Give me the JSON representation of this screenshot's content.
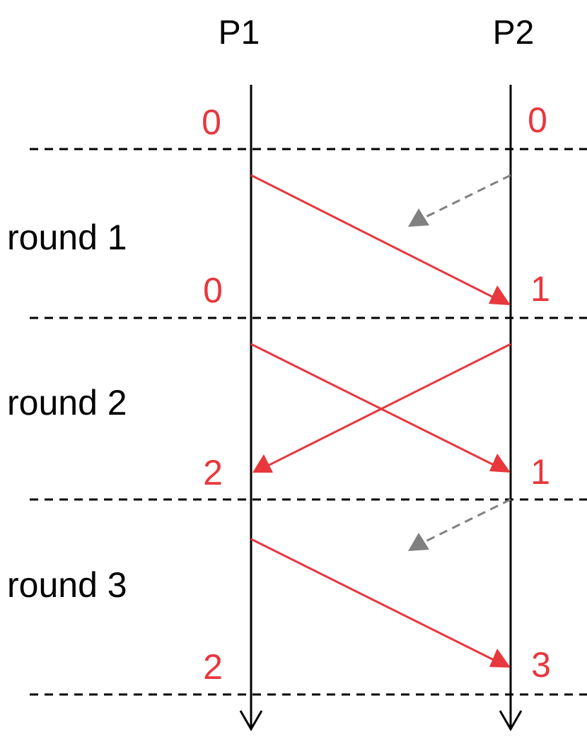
{
  "colors": {
    "timeline": "#000000",
    "separator": "#000000",
    "message": "#e8373d",
    "counter": "#e8373d",
    "lost_message": "#808080"
  },
  "processes": [
    {
      "id": "p1",
      "label": "P1"
    },
    {
      "id": "p2",
      "label": "P2"
    }
  ],
  "rounds": [
    {
      "label": "round 1"
    },
    {
      "label": "round 2"
    },
    {
      "label": "round 3"
    }
  ],
  "counters": {
    "initial": {
      "p1": "0",
      "p2": "0"
    },
    "after_round_1": {
      "p1": "0",
      "p2": "1"
    },
    "after_round_2": {
      "p1": "2",
      "p2": "1"
    },
    "after_round_3": {
      "p1": "2",
      "p2": "3"
    }
  },
  "messages": [
    {
      "round": 1,
      "from": "P1",
      "to": "P2",
      "delivered": true
    },
    {
      "round": 1,
      "from": "P2",
      "to": "P1",
      "delivered": false
    },
    {
      "round": 2,
      "from": "P1",
      "to": "P2",
      "delivered": true
    },
    {
      "round": 2,
      "from": "P2",
      "to": "P1",
      "delivered": true
    },
    {
      "round": 3,
      "from": "P1",
      "to": "P2",
      "delivered": true
    },
    {
      "round": 3,
      "from": "P2",
      "to": "P1",
      "delivered": false
    }
  ]
}
